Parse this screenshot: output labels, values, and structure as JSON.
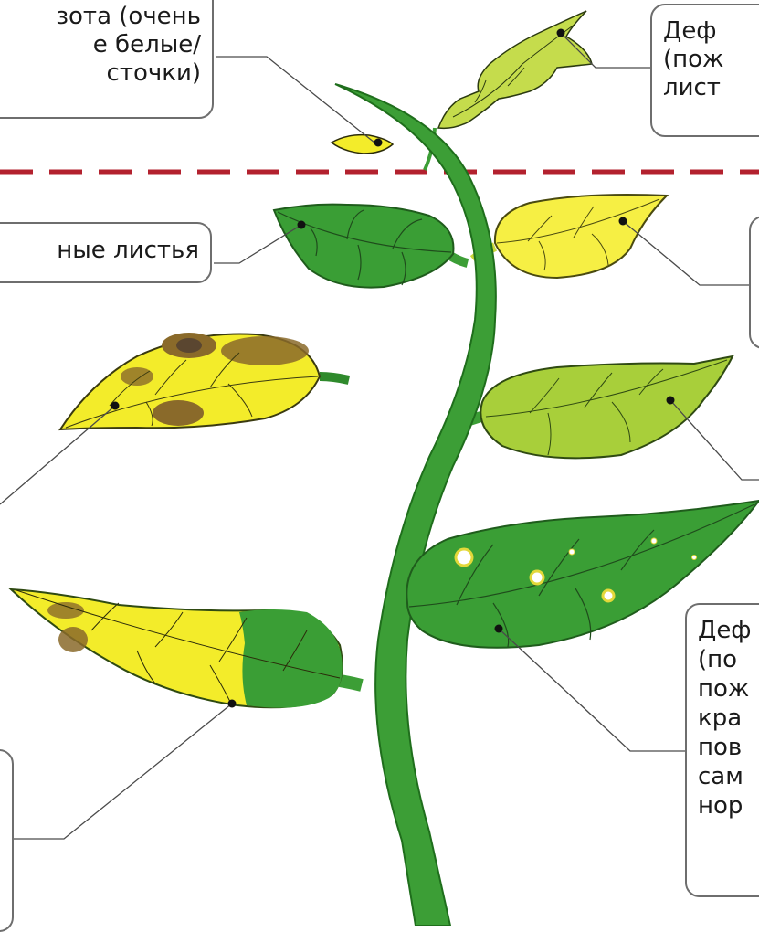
{
  "callouts": {
    "top_left": "зота (очень\nе белые/\nсточки)",
    "top_right": "Деф\n(пож\nлист",
    "middle_left": "ные листья",
    "middle_right": "",
    "bottom_right": "Деф\n(по\nпож\nкра\nпов\nсам\nнор",
    "bottom_left": ""
  },
  "colors": {
    "stem": "#3c9e36",
    "stem_outline": "#1f6e1c",
    "leaf_green": "#3a9e35",
    "leaf_dark_green": "#2f8a2c",
    "leaf_yellow": "#f3ec2a",
    "leaf_pale_yellow": "#f6ef44",
    "leaf_yellow_green": "#a8cf3a",
    "leaf_light_green": "#c5dc4c",
    "necrotic_spot": "#8a6a2a",
    "dark_spot": "#5a4630",
    "divider_dashed": "#b3212e",
    "leader_line": "#4a4a4a",
    "callout_border": "#6e6e6e"
  }
}
